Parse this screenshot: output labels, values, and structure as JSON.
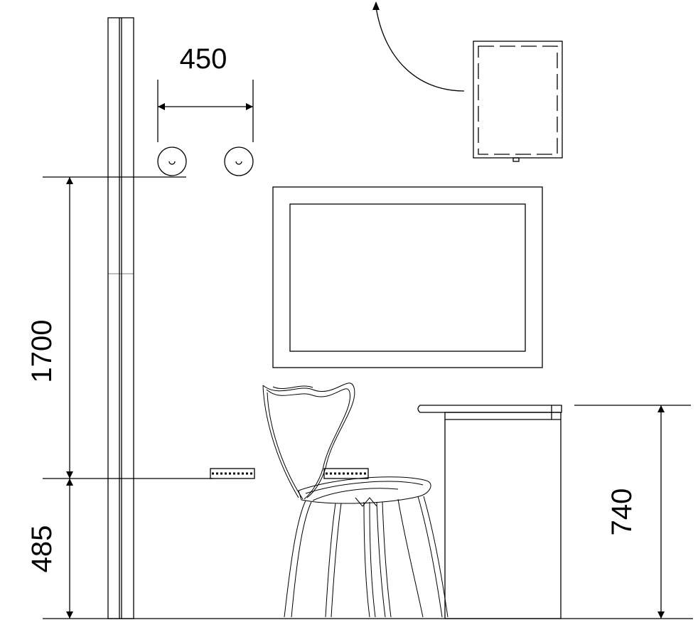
{
  "drawing": {
    "dimensions": {
      "towel_spacing": "450",
      "hook_height": "1700",
      "rail_height": "485",
      "table_height": "740"
    }
  },
  "colors": {
    "line": "#000000",
    "background": "#ffffff"
  }
}
